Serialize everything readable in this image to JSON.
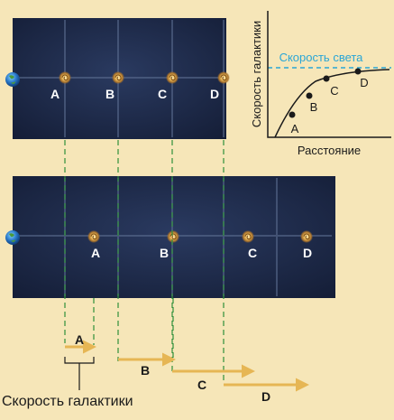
{
  "panel_top": {
    "galaxies": [
      {
        "label": "A"
      },
      {
        "label": "B"
      },
      {
        "label": "C"
      },
      {
        "label": "D"
      }
    ]
  },
  "panel_bottom": {
    "galaxies": [
      {
        "label": "A"
      },
      {
        "label": "B"
      },
      {
        "label": "C"
      },
      {
        "label": "D"
      }
    ]
  },
  "velocity_arrows": [
    {
      "label": "A"
    },
    {
      "label": "B"
    },
    {
      "label": "C"
    },
    {
      "label": "D"
    }
  ],
  "caption": "Скорость галактики",
  "chart": {
    "ylabel": "Скорость галактики",
    "xlabel": "Расстояние",
    "limit_label": "Скорость света",
    "point_labels": [
      "A",
      "B",
      "C",
      "D"
    ]
  },
  "colors": {
    "background": "#f6e6b8",
    "panel": "#1f2c4c",
    "guide": "#2f8f3a",
    "arrow": "#e6b654",
    "limit": "#2aa6d6"
  }
}
